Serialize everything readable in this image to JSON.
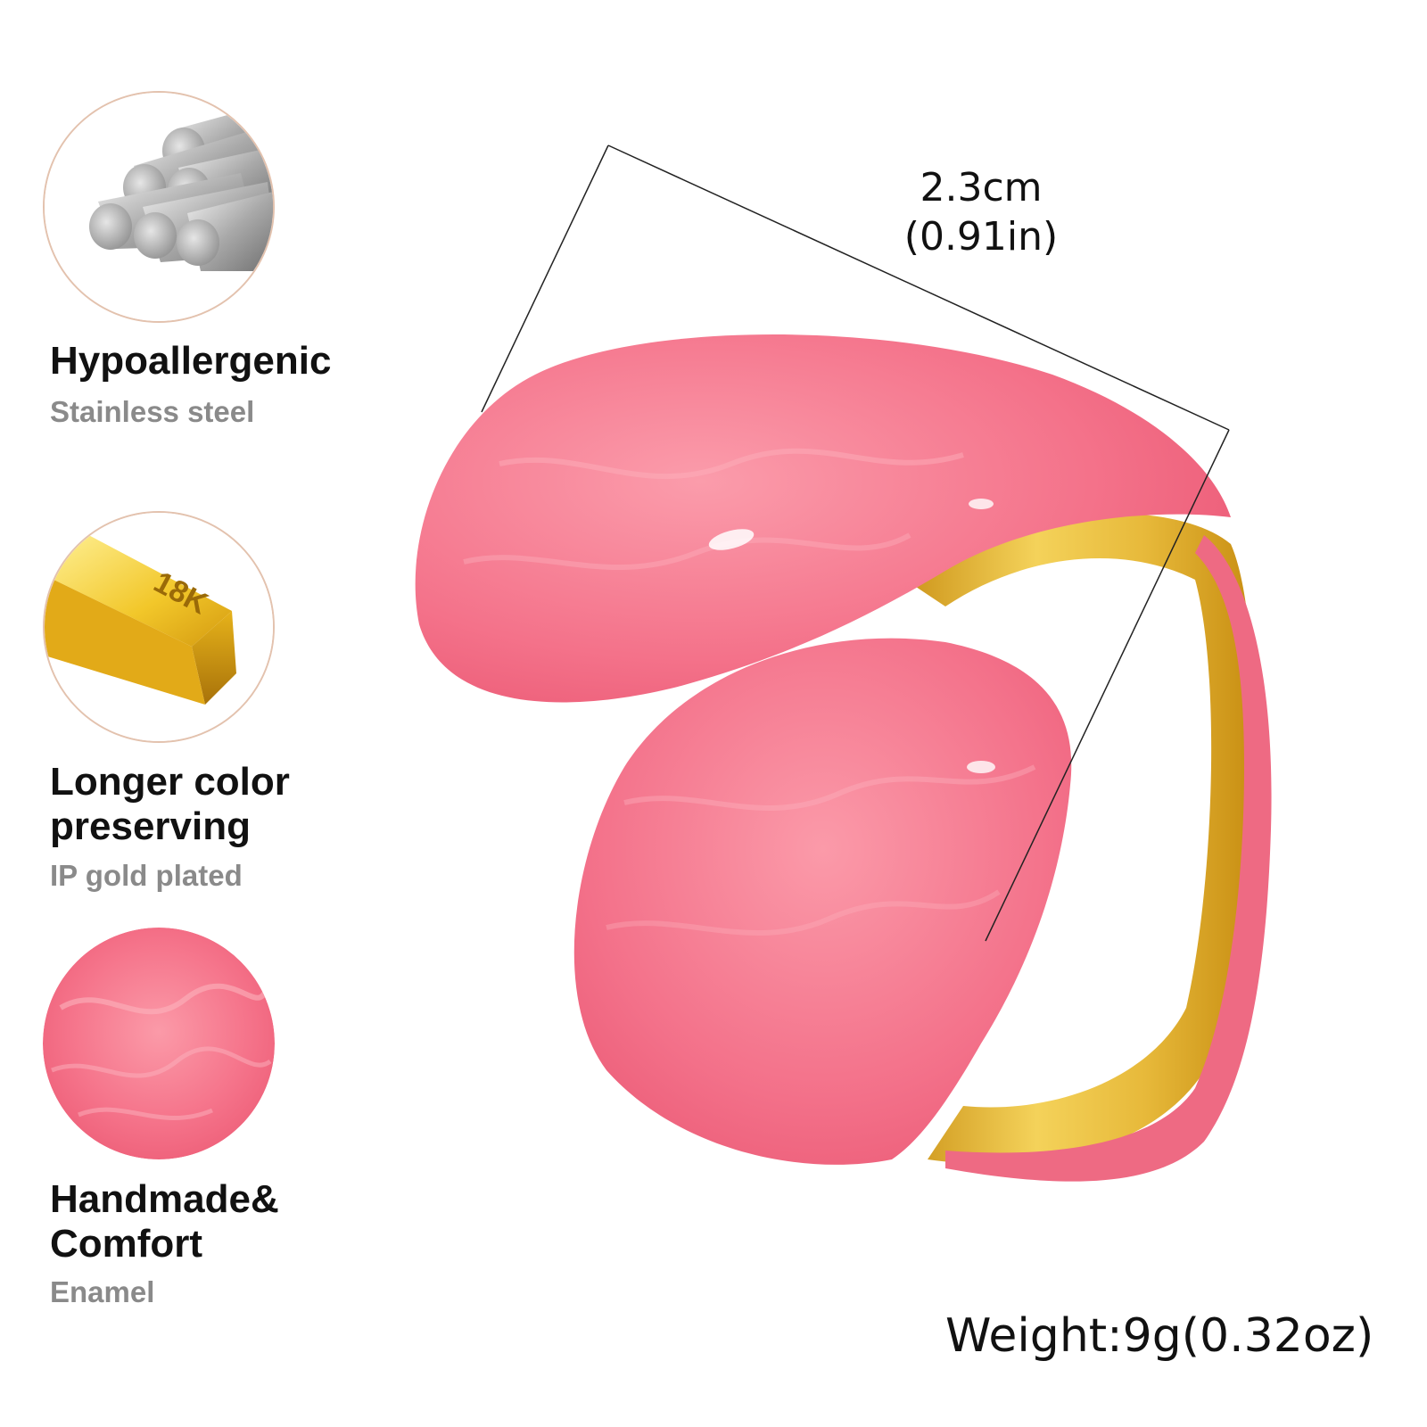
{
  "features": [
    {
      "title": "Hypoallergenic",
      "subtitle": "Stainless steel",
      "icon": "steel-rods-icon"
    },
    {
      "title": "Longer color\npreserving",
      "subtitle": "IP gold plated",
      "icon": "gold-bar-icon",
      "badge": "18K"
    },
    {
      "title": "Handmade&\nComfort",
      "subtitle": "Enamel",
      "icon": "enamel-swatch-icon"
    }
  ],
  "dimension": {
    "metric": "2.3cm",
    "imperial": "(0.91in)"
  },
  "weight": "Weight:9g(0.32oz)",
  "colors": {
    "enamel": "#f46f86",
    "gold": "#e7b93a",
    "circle_border": "#e3c2ae"
  }
}
